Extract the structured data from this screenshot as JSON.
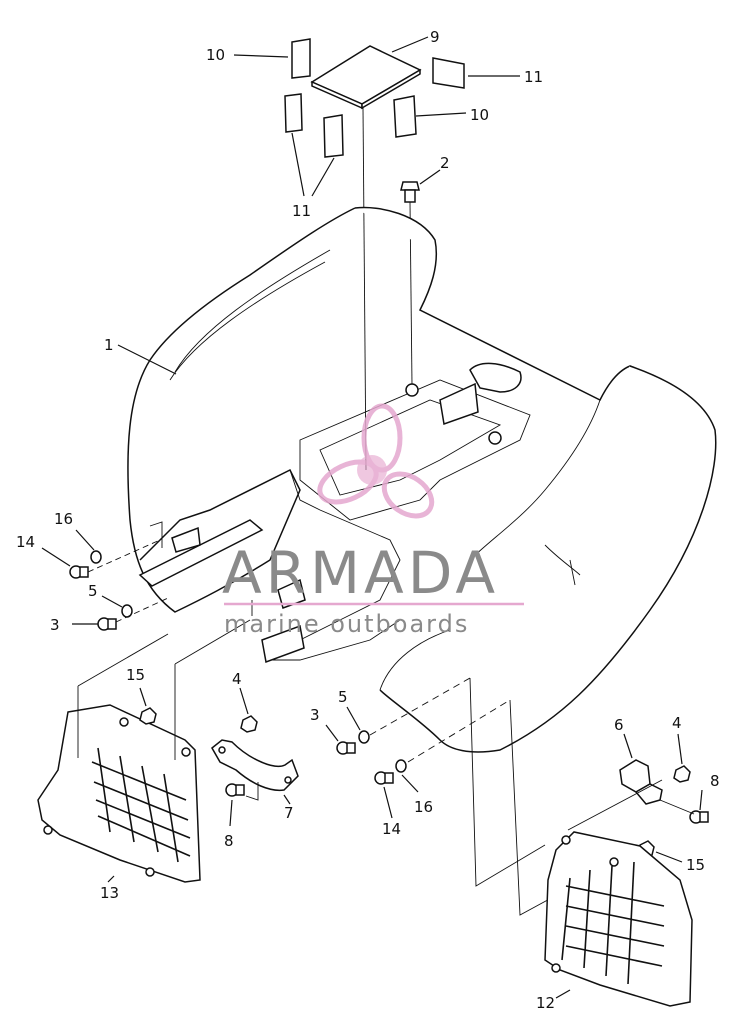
{
  "watermark": {
    "brand": "ARMADA",
    "tagline": "marine outboards",
    "color": "#e5a8cf"
  },
  "callouts": {
    "c1": "1",
    "c2": "2",
    "c3a": "3",
    "c3b": "3",
    "c4a": "4",
    "c4b": "4",
    "c5a": "5",
    "c5b": "5",
    "c6": "6",
    "c7": "7",
    "c8a": "8",
    "c8b": "8",
    "c9": "9",
    "c10a": "10",
    "c10b": "10",
    "c11a": "11",
    "c11b": "11",
    "c12": "12",
    "c13": "13",
    "c14a": "14",
    "c14b": "14",
    "c15a": "15",
    "c15b": "15",
    "c16a": "16",
    "c16b": "16"
  }
}
